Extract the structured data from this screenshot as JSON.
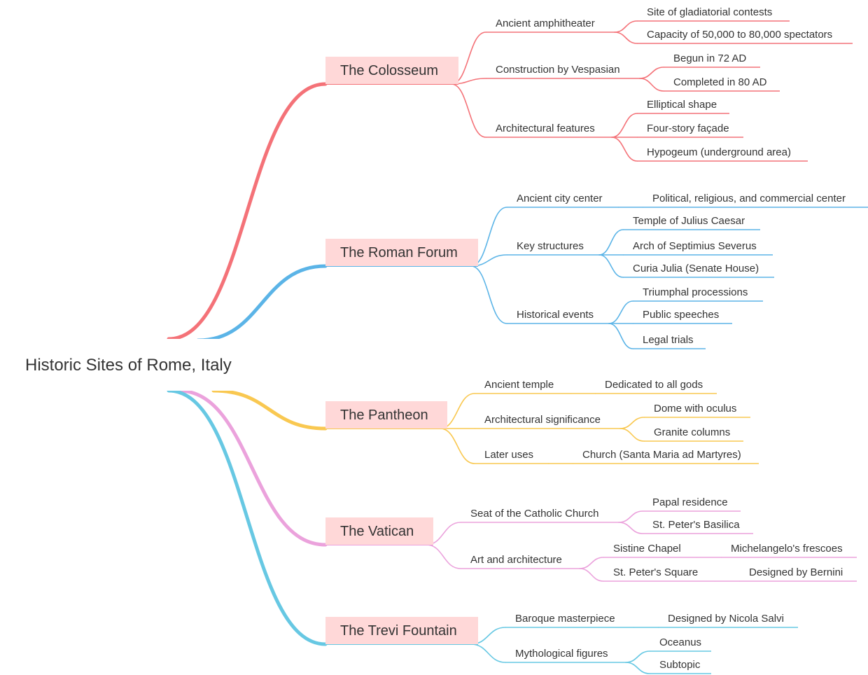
{
  "root": {
    "label": "Historic Sites of Rome, Italy"
  },
  "colors": {
    "colosseum": "#F47278",
    "forum": "#5BB4E7",
    "pantheon": "#F9C851",
    "vatican": "#EBA2DC",
    "trevi": "#67C8E3",
    "main_bg": "#FFD8D8",
    "root_bg": "#FFFFFF",
    "text": "#333333"
  },
  "topics": [
    {
      "label": "The Colosseum",
      "children": [
        {
          "label": "Ancient amphitheater",
          "children": [
            {
              "label": "Site of gladiatorial contests"
            },
            {
              "label": "Capacity of 50,000 to 80,000 spectators"
            }
          ]
        },
        {
          "label": "Construction by Vespasian",
          "children": [
            {
              "label": "Begun in 72 AD"
            },
            {
              "label": "Completed in 80 AD"
            }
          ]
        },
        {
          "label": "Architectural features",
          "children": [
            {
              "label": "Elliptical shape"
            },
            {
              "label": "Four-story façade"
            },
            {
              "label": "Hypogeum (underground area)"
            }
          ]
        }
      ]
    },
    {
      "label": "The Roman Forum",
      "children": [
        {
          "label": "Ancient city center",
          "children": [
            {
              "label": "Political, religious, and commercial center"
            }
          ]
        },
        {
          "label": "Key structures",
          "children": [
            {
              "label": "Temple of Julius Caesar"
            },
            {
              "label": "Arch of Septimius Severus"
            },
            {
              "label": "Curia Julia (Senate House)"
            }
          ]
        },
        {
          "label": "Historical events",
          "children": [
            {
              "label": "Triumphal processions"
            },
            {
              "label": "Public speeches"
            },
            {
              "label": "Legal trials"
            }
          ]
        }
      ]
    },
    {
      "label": "The Pantheon",
      "children": [
        {
          "label": "Ancient temple",
          "children": [
            {
              "label": "Dedicated to all gods"
            }
          ]
        },
        {
          "label": "Architectural significance",
          "children": [
            {
              "label": "Dome with oculus"
            },
            {
              "label": "Granite columns"
            }
          ]
        },
        {
          "label": "Later uses",
          "children": [
            {
              "label": "Church (Santa Maria ad Martyres)"
            }
          ]
        }
      ]
    },
    {
      "label": "The Vatican",
      "children": [
        {
          "label": "Seat of the Catholic Church",
          "children": [
            {
              "label": "Papal residence"
            },
            {
              "label": "St. Peter's Basilica"
            }
          ]
        },
        {
          "label": "Art and architecture",
          "children": [
            {
              "label": "Sistine Chapel",
              "children": [
                {
                  "label": "Michelangelo's frescoes"
                }
              ]
            },
            {
              "label": "St. Peter's Square",
              "children": [
                {
                  "label": "Designed by Bernini"
                }
              ]
            }
          ]
        }
      ]
    },
    {
      "label": "The Trevi Fountain",
      "children": [
        {
          "label": "Baroque masterpiece",
          "children": [
            {
              "label": "Designed by Nicola Salvi"
            }
          ]
        },
        {
          "label": "Mythological figures",
          "children": [
            {
              "label": "Oceanus"
            },
            {
              "label": "Subtopic"
            }
          ]
        }
      ]
    }
  ]
}
